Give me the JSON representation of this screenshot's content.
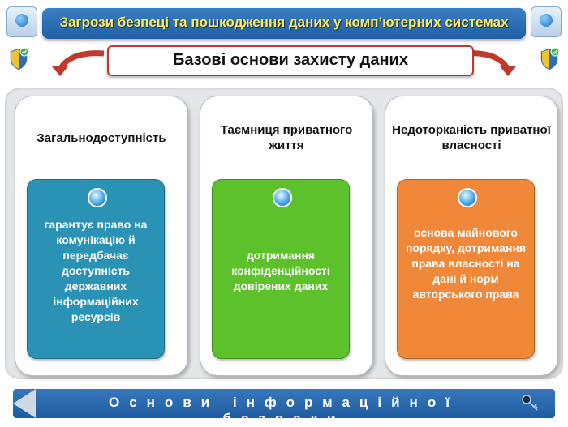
{
  "header": {
    "title": "Загрози безпеці та пошкодження даних у комп’ютерних системах",
    "subtitle": "Базові основи захисту даних"
  },
  "cards": [
    {
      "title": "Загальнодоступність",
      "body": "гарантує право на комунікацію й передбачає доступність державних інформаційних ресурсів",
      "color": "#2a93b5"
    },
    {
      "title": "Таємниця приватного життя",
      "body": "дотримання конфіденційності довірених даних",
      "color": "#5dc12c"
    },
    {
      "title": "Недоторканість приватної власності",
      "body": "основа майнового порядку, дотримання права власності на дані й норм авторського права",
      "color": "#f0883a"
    }
  ],
  "footer": {
    "text": "Основи інформаційної безпеки"
  },
  "icons": {
    "top_left": "robot-icon",
    "top_right": "robot-icon",
    "left_shield": "shield-check-icon",
    "right_shield": "shield-check-icon",
    "key": "key-icon",
    "nav_left": "arrow-left-icon"
  },
  "colors": {
    "header_bg": "#1f5fa5",
    "header_text": "#ffe95a",
    "subtitle_border": "#c0392b",
    "footer_bg": "#1f5c9e"
  }
}
